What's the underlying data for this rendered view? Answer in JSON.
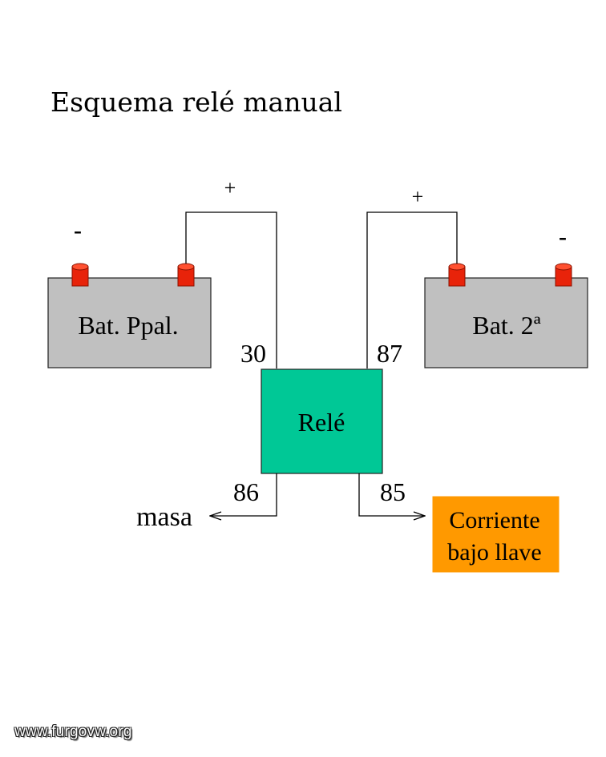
{
  "title": "Esquema relé manual",
  "colors": {
    "battery": "#c0c0c0",
    "terminal": "#e8230a",
    "relay": "#00c896",
    "ignition": "#ff9900",
    "wire": "#000000"
  },
  "batteries": {
    "main": {
      "label": "Bat. Ppal.",
      "pos_sign": "+",
      "neg_sign": "-"
    },
    "second": {
      "label": "Bat. 2ª",
      "pos_sign": "+",
      "neg_sign": "-"
    }
  },
  "relay": {
    "label": "Relé",
    "pins": {
      "p30": "30",
      "p87": "87",
      "p86": "86",
      "p85": "85"
    }
  },
  "ground_label": "masa",
  "ignition": {
    "line1": "Corriente",
    "line2": "bajo llave"
  },
  "footer": "www.furgovw.org"
}
